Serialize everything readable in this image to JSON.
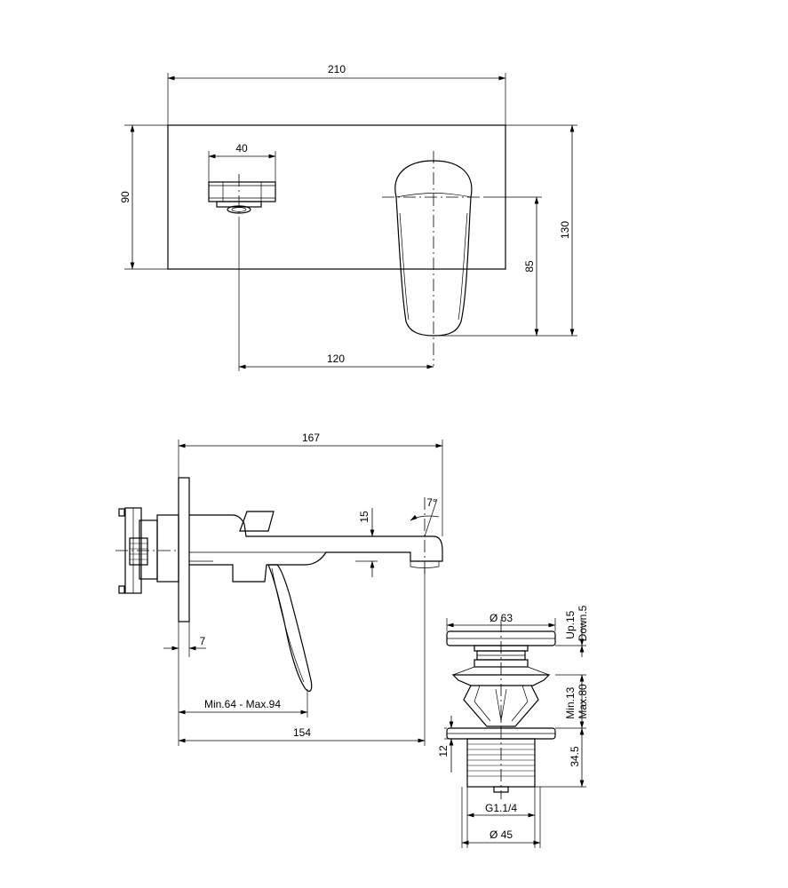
{
  "front_view": {
    "width": "210",
    "height": "90",
    "outlet_width": "40",
    "total_height": "130",
    "lever_height": "85",
    "center_distance": "120"
  },
  "side_view": {
    "depth": "167",
    "spout_thickness": "15",
    "angle": "7°",
    "plate": "7",
    "wall_range": "Min.64 - Max.94",
    "projection": "154"
  },
  "waste_valve": {
    "cap_diameter": "Ø 63",
    "travel": "Up.15\nDown.5",
    "range": "Min.13\nMax.80",
    "height": "34.5",
    "flange": "12",
    "thread": "G1.1/4",
    "body_diameter": "Ø 45"
  }
}
